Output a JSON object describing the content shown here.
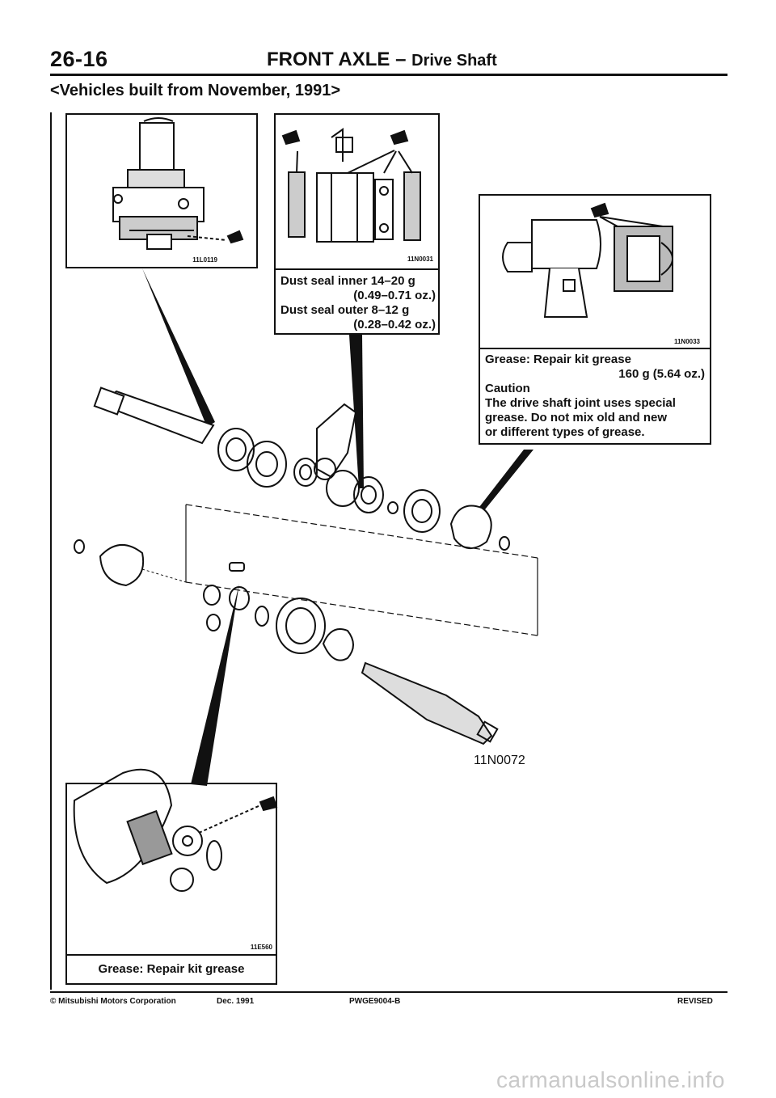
{
  "header": {
    "page_number": "26-16",
    "section": "FRONT AXLE",
    "separator": "–",
    "subsection": "Drive Shaft"
  },
  "subheading": "<Vehicles built from November, 1991>",
  "figures": {
    "top_left": {
      "code": "11L0119"
    },
    "top_middle": {
      "code": "11N0031",
      "caption_lines": [
        "Dust seal inner 14–20 g",
        "(0.49–0.71 oz.)",
        "Dust seal outer 8–12 g",
        "(0.28–0.42 oz.)"
      ]
    },
    "top_right": {
      "code": "11N0033",
      "caption_lines": [
        "Grease: Repair kit grease",
        "160 g (5.64 oz.)",
        "Caution",
        "The drive shaft joint uses special",
        "grease. Do not mix old and new",
        "or different types of grease."
      ]
    },
    "main": {
      "code": "11N0072"
    },
    "bottom_left": {
      "code": "11E560",
      "caption": "Grease: Repair kit grease"
    }
  },
  "footer": {
    "copyright": "© Mitsubishi Motors Corporation",
    "date": "Dec. 1991",
    "doc_code": "PWGE9004-B",
    "status": "REVISED"
  },
  "watermark": "carmanualsonline.info"
}
